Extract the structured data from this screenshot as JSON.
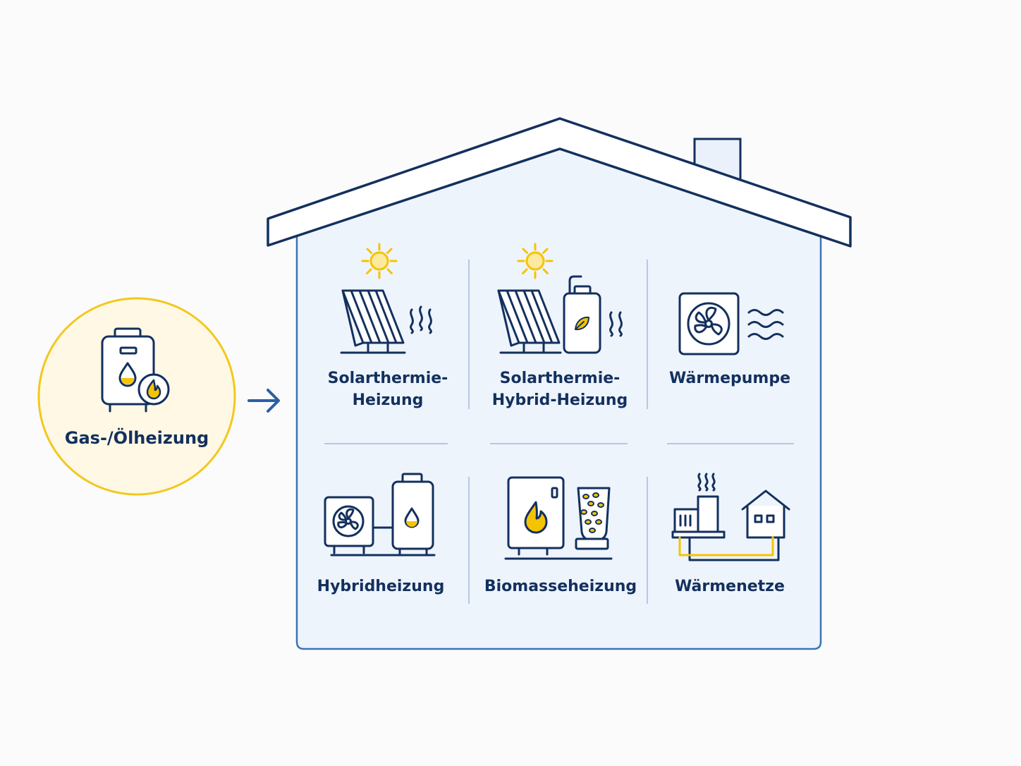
{
  "current_system": {
    "label": "Gas-/Ölheizung",
    "icon": "gas-oil-boiler-icon"
  },
  "transition_arrow_icon": "arrow-right-icon",
  "alternatives": [
    {
      "lines": [
        "Solarthermie-",
        "Heizung"
      ],
      "icon": "solar-thermal-icon"
    },
    {
      "lines": [
        "Solarthermie-",
        "Hybrid-Heizung"
      ],
      "icon": "solar-hybrid-icon"
    },
    {
      "lines": [
        "Wärmepumpe"
      ],
      "icon": "heat-pump-icon"
    },
    {
      "lines": [
        "Hybridheizung"
      ],
      "icon": "hybrid-heating-icon"
    },
    {
      "lines": [
        "Biomasseheizung"
      ],
      "icon": "biomass-heating-icon"
    },
    {
      "lines": [
        "Wärmenetze"
      ],
      "icon": "district-heating-icon"
    }
  ],
  "colors": {
    "navy": "#13305e",
    "accent_yellow": "#f5c400",
    "circle_fill": "#fef8e4",
    "house_fill": "#eef4fc",
    "house_outline": "#3a74b5",
    "divider": "#b4c9e2",
    "icon_fill": "#ffffff"
  }
}
